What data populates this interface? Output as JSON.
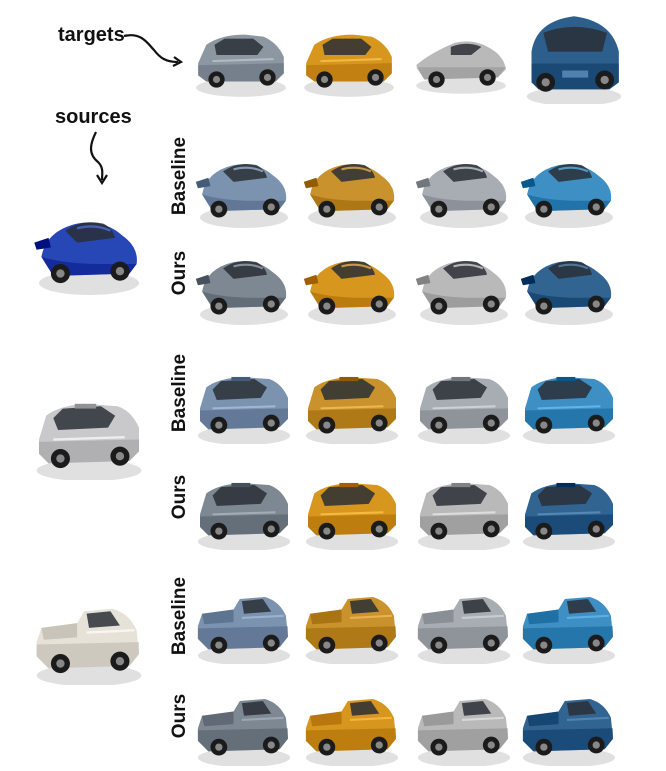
{
  "labels": {
    "targets": "targets",
    "sources": "sources"
  },
  "row_labels": {
    "baseline": "Baseline",
    "ours": "Ours"
  },
  "colors": {
    "target_1": "#8d97a2",
    "target_2": "#d7961d",
    "target_3": "#b9b9b9",
    "target_4": "#2d5f8c",
    "source_1": "#2747b6",
    "source_2": "#c9c9cc",
    "source_3": "#e6e2d8",
    "baseline_1": "#7c93b0",
    "baseline_2": "#c9922c",
    "baseline_3": "#a8adb4",
    "baseline_4": "#3d8fc4"
  },
  "icons": {
    "car": "car-render-icon",
    "arrow": "curved-arrow-icon"
  }
}
